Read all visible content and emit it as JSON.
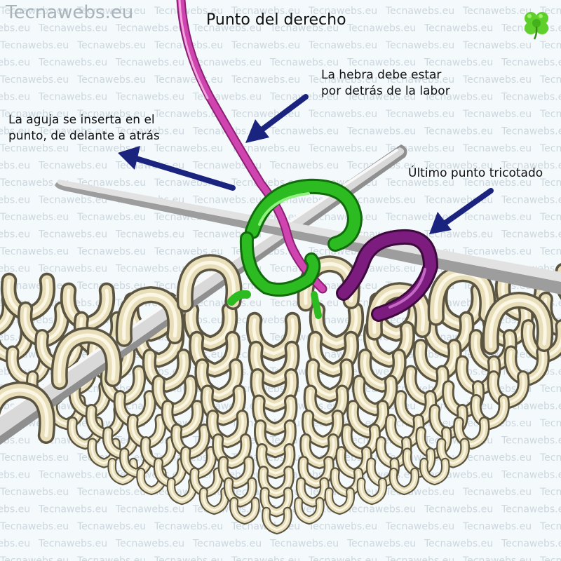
{
  "brand": "Tecnawebs.eu",
  "title": "Punto del derecho",
  "labels": {
    "strand_line1": "La hebra debe estar",
    "strand_line2": "por detrás de la labor",
    "needle_line1": "La aguja se inserta en el",
    "needle_line2": "punto, de delante a atrás",
    "last_stitch": "Último punto tricotado"
  },
  "icons": {
    "logo": "four-leaf-clover-icon",
    "arrow": "arrow-icon"
  },
  "colors": {
    "yarn": "#e8dfba",
    "working_strand": "#c83aa6",
    "active_loop": "#28b81e",
    "last_loop": "#7a1a7c",
    "needle": "#d2d2d2",
    "arrow": "#1a237e",
    "watermark": "#ccd7de",
    "logo": "#5fcf2c"
  }
}
